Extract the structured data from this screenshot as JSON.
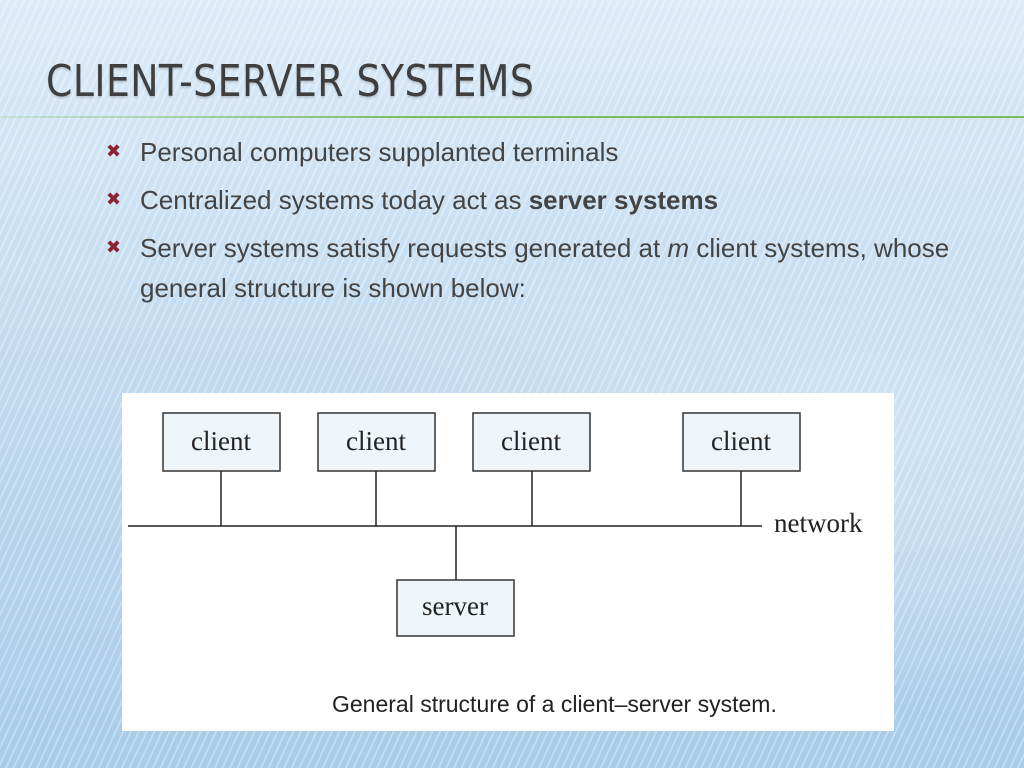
{
  "slide": {
    "title": "CLIENT-SERVER SYSTEMS",
    "bullet_icon": "x-mark-icon",
    "accent_color": "#8a2336",
    "rule_color": "#7dbd62",
    "bullets": [
      {
        "text": "Personal computers supplanted terminals"
      },
      {
        "pre": "Centralized systems today act as ",
        "emph": "server systems"
      },
      {
        "pre": "Server systems satisfy requests generated at ",
        "var": "m",
        "post": " client systems, whose general structure is shown below:"
      }
    ]
  },
  "diagram": {
    "clients": [
      {
        "label": "client"
      },
      {
        "label": "client"
      },
      {
        "label": "client"
      },
      {
        "label": "client"
      }
    ],
    "network_label": "network",
    "server_label": "server",
    "caption": "General structure of a client–server system.",
    "box_fill": "#eef6fc"
  }
}
